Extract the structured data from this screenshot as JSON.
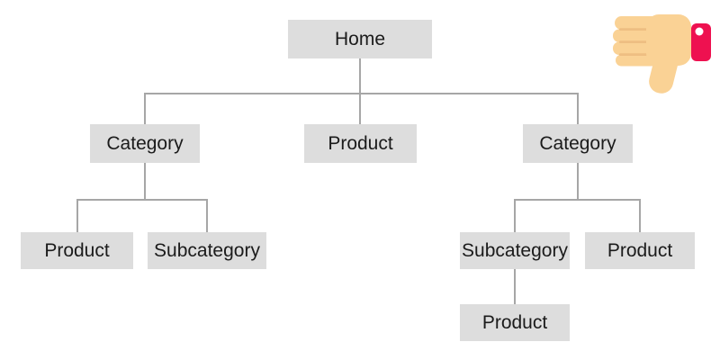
{
  "diagram": {
    "type": "sitemap-tree",
    "nodes": {
      "home": {
        "label": "Home"
      },
      "category_left": {
        "label": "Category"
      },
      "product_center": {
        "label": "Product"
      },
      "category_right": {
        "label": "Category"
      },
      "product_left": {
        "label": "Product"
      },
      "subcategory_left": {
        "label": "Subcategory"
      },
      "subcategory_right": {
        "label": "Subcategory"
      },
      "product_right": {
        "label": "Product"
      },
      "product_bottom": {
        "label": "Product"
      }
    },
    "edges": [
      [
        "home",
        "category_left"
      ],
      [
        "home",
        "product_center"
      ],
      [
        "home",
        "category_right"
      ],
      [
        "category_left",
        "product_left"
      ],
      [
        "category_left",
        "subcategory_left"
      ],
      [
        "category_right",
        "subcategory_right"
      ],
      [
        "category_right",
        "product_right"
      ],
      [
        "subcategory_right",
        "product_bottom"
      ]
    ],
    "icon": {
      "name": "thumbs-down-icon"
    },
    "colors": {
      "background": "#ffffff",
      "node_fill": "#dddddd",
      "node_text": "#1b1b1b",
      "line": "#a6a6a6",
      "hand": "#fad295",
      "hand_shade": "#eebe82",
      "sleeve": "#ee1150",
      "sleeve_dot": "#ffffff"
    }
  }
}
